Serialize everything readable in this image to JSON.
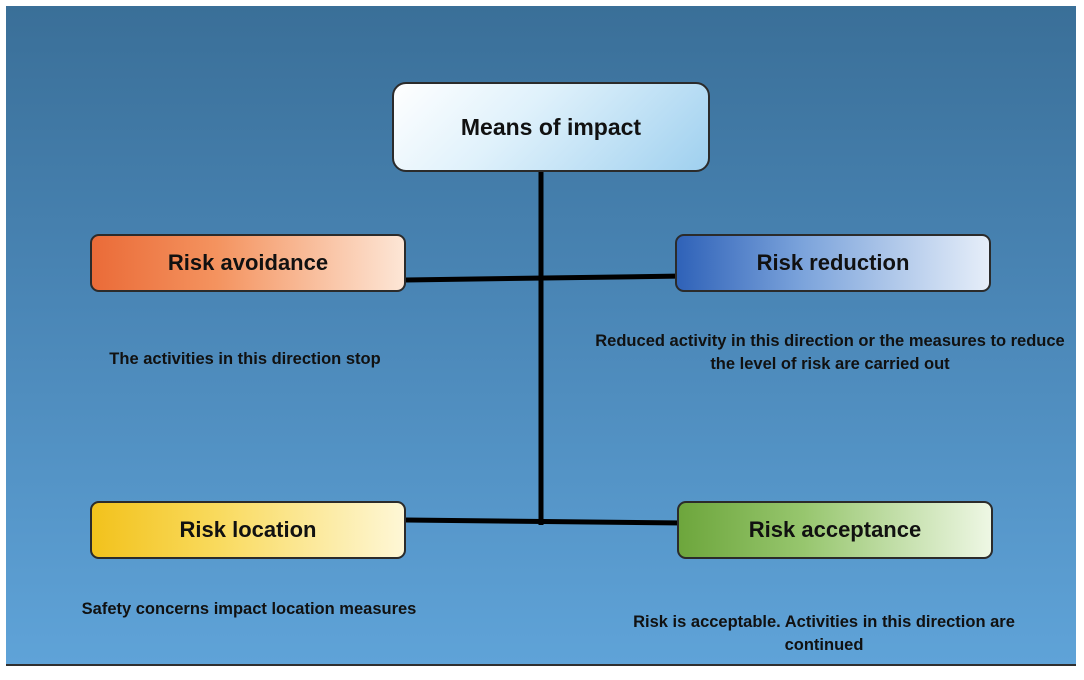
{
  "diagram": {
    "center_node": "Means of impact",
    "nodes": {
      "avoidance": {
        "label": "Risk avoidance",
        "description": "The activities in this direction stop",
        "color": "#ea6b38"
      },
      "reduction": {
        "label": "Risk reduction",
        "description": "Reduced activity in this direction or the measures to reduce the level of risk are carried out",
        "color": "#2f62b8"
      },
      "location": {
        "label": "Risk location",
        "description": "Safety concerns impact location measures",
        "color": "#f2c21c"
      },
      "acceptance": {
        "label": "Risk acceptance",
        "description": "Risk is acceptable. Activities in this direction are continued",
        "color": "#6da63c"
      }
    }
  }
}
